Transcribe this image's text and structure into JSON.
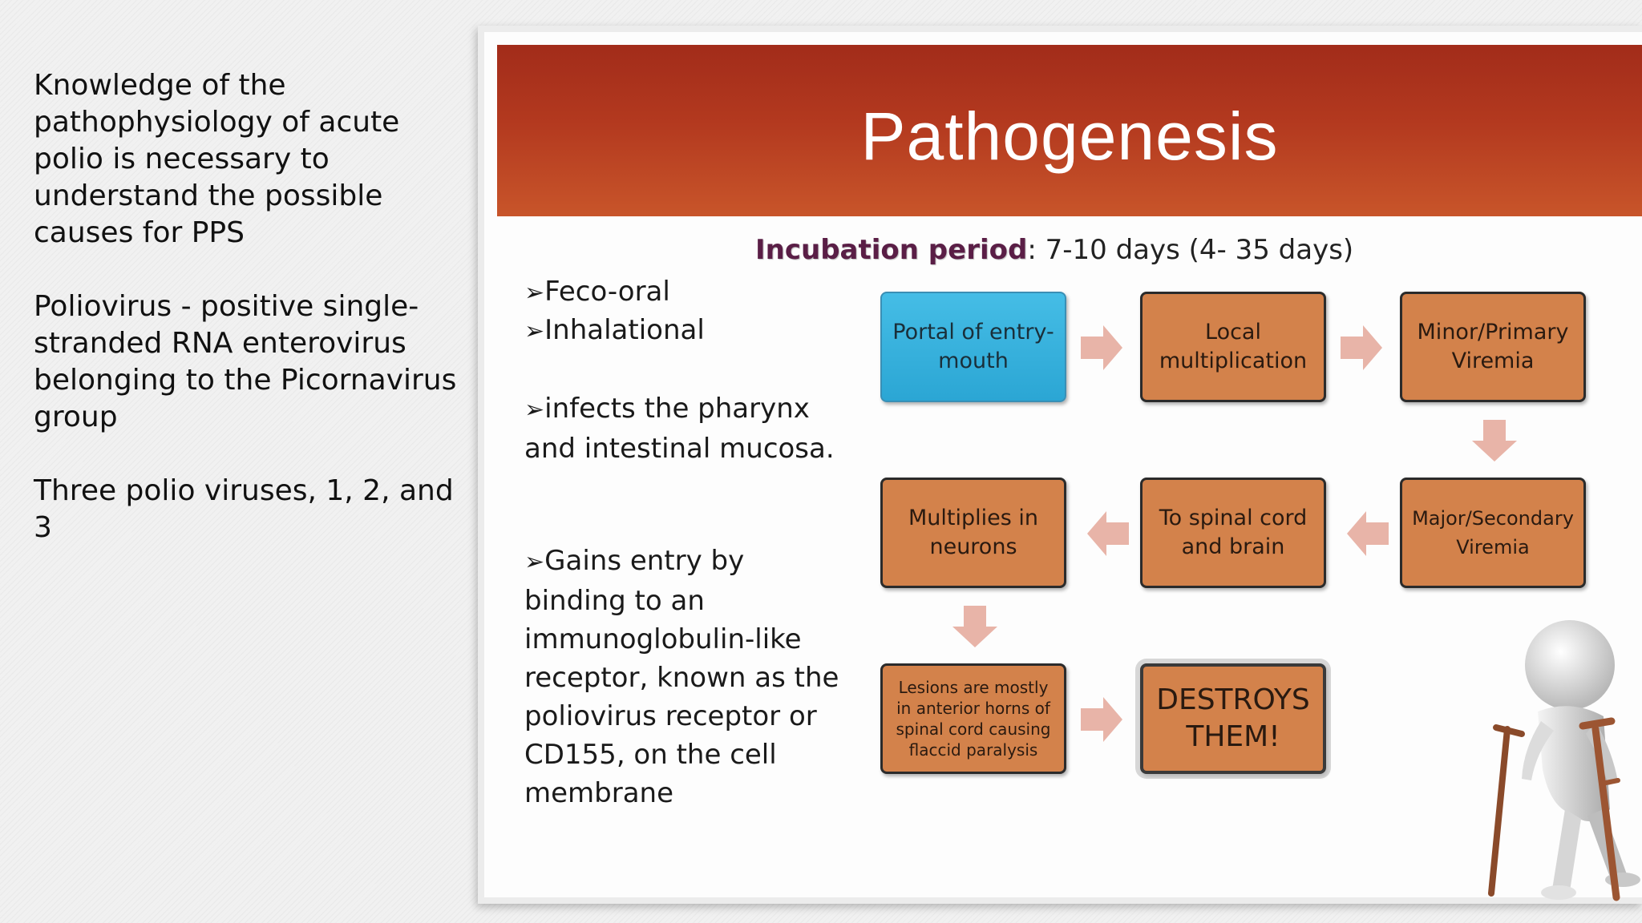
{
  "left_panel": {
    "paragraphs": [
      "Knowledge of the pathophysiology of acute polio is necessary to understand the possible causes for PPS",
      "Poliovirus - positive single-stranded RNA enterovirus belonging to the Picornavirus group",
      "Three polio viruses, 1, 2, and 3"
    ]
  },
  "slide": {
    "title": "Pathogenesis",
    "incubation_label": "Incubation period",
    "incubation_value": ": 7-10 days (4- 35 days)",
    "bullet_mark": "➢",
    "bullets": [
      "Feco-oral",
      "Inhalational",
      "infects the pharynx and intestinal mucosa.",
      "Gains entry by binding to an immunoglobulin-like receptor, known as the poliovirus receptor or CD155, on the cell membrane"
    ],
    "flow": {
      "portal": "Portal of entry- mouth",
      "local": "Local multiplication",
      "minor": "Minor/Primary Viremia",
      "major": "Major/Secondary Viremia",
      "spinal": "To spinal cord and brain",
      "neurons": "Multiplies in neurons",
      "lesions": "Lesions are mostly in anterior horns of spinal cord causing flaccid paralysis",
      "destroys": "DESTROYS THEM!"
    },
    "colors": {
      "header": "#b3391f",
      "box_fill": "#d3824b",
      "box_blue": "#2ba6d4",
      "arrow": "#e8b4a8"
    },
    "figure_icon": "person-on-crutches-icon"
  }
}
